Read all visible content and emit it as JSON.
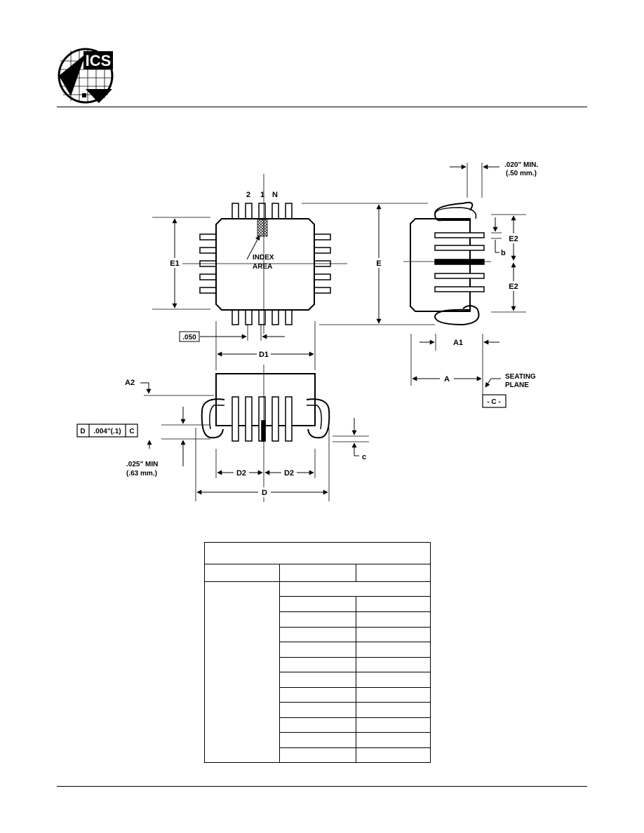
{
  "logo": {
    "text": "ICS"
  },
  "drawing": {
    "pin_labels": [
      "2",
      "1",
      "N"
    ],
    "index_area": [
      "INDEX",
      "AREA"
    ],
    "dims": {
      "e1": "E1",
      "e": "E",
      "e2_top": "E2",
      "e2_bottom": "E2",
      "b": "b",
      "a1": "A1",
      "a": "A",
      "d1": "D1",
      "a2": "A2",
      "d2_left": "D2",
      "d2_right": "D2",
      "d": "D",
      "c": "c",
      "pitch": ".050",
      "lead_min": [
        ".020\" MIN.",
        "(.50 mm.)"
      ],
      "standoff_min": [
        ".025\"  MIN",
        "(.63 mm.)"
      ],
      "seating_plane": [
        "SEATING",
        "PLANE"
      ],
      "datum": "- C -",
      "flatness": {
        "symbol": "D",
        "value": ".004\"(.1)",
        "ref": "C"
      }
    }
  },
  "table": {}
}
